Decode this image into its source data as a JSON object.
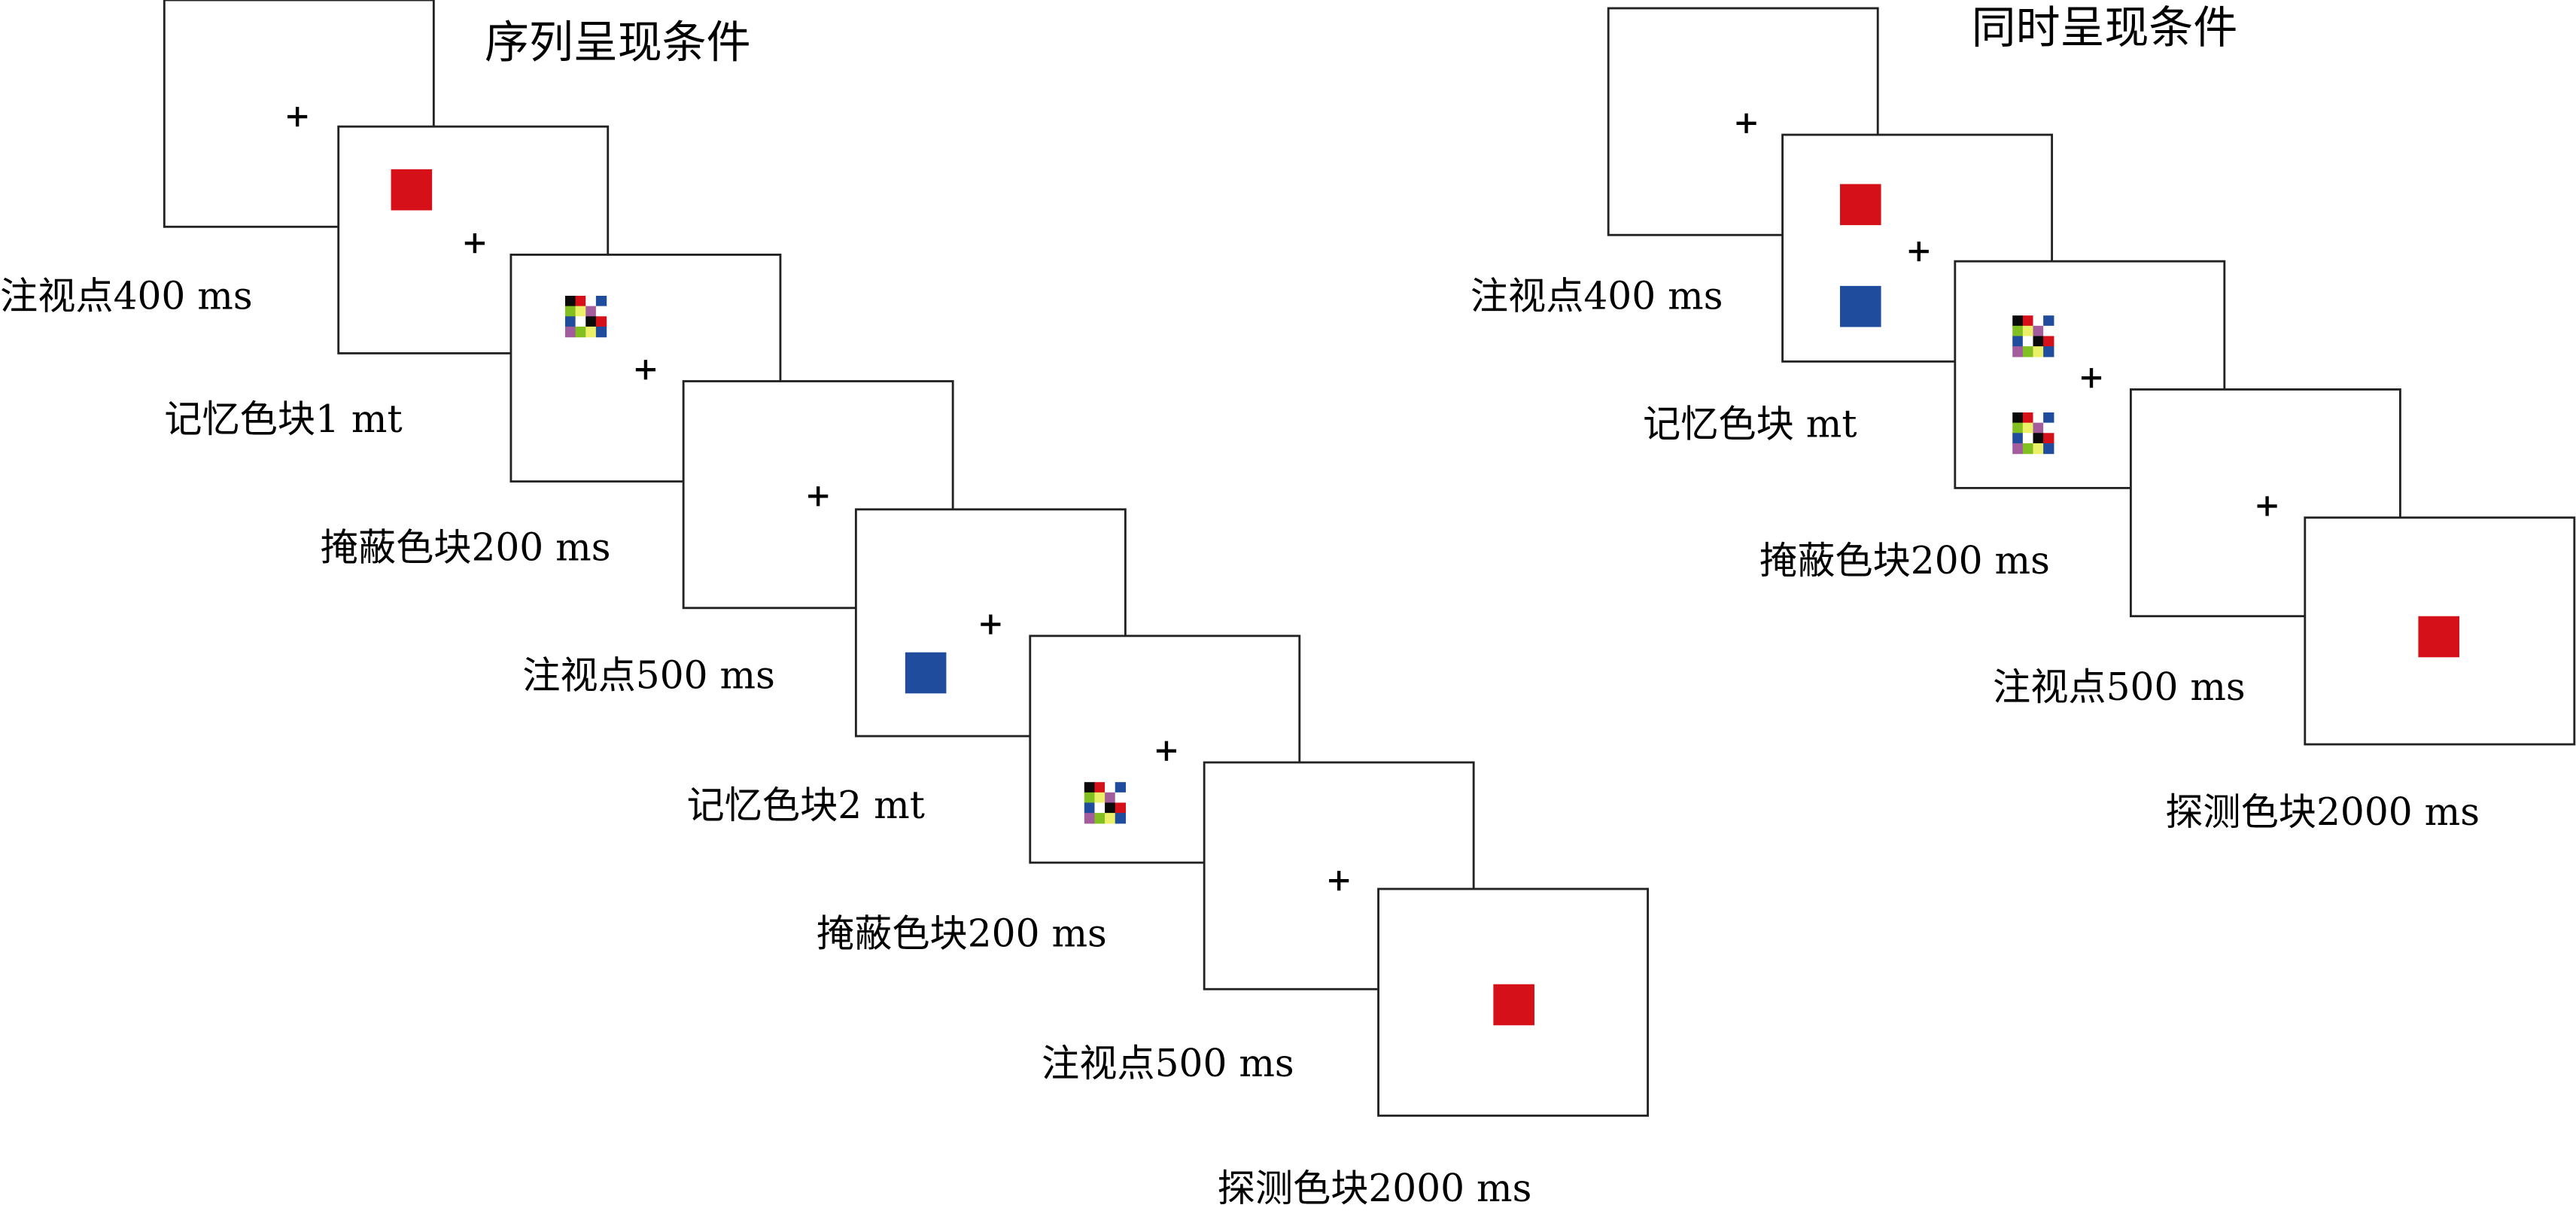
{
  "colors": {
    "red": "#d51018",
    "blue": "#1f4c9c",
    "frame_border": "#222222"
  },
  "mask_pattern": [
    [
      "#0a0a0a",
      "#d51018",
      "#ffffff",
      "#1f4c9c"
    ],
    [
      "#82bf20",
      "#ecef68",
      "#a45d9c",
      "#ffffff"
    ],
    [
      "#1f4c9c",
      "#ffffff",
      "#0a0a0a",
      "#d51018"
    ],
    [
      "#a45d9c",
      "#82bf20",
      "#ecef68",
      "#1f4c9c"
    ]
  ],
  "sequential": {
    "title": "序列呈现条件",
    "labels": [
      "注视点400 ms",
      "记忆色块1 mt",
      "掩蔽色块200 ms",
      "注视点500 ms",
      "记忆色块2 mt",
      "掩蔽色块200 ms",
      "注视点500 ms",
      "探测色块2000 ms"
    ]
  },
  "simultaneous": {
    "title": "同时呈现条件",
    "labels": [
      "注视点400 ms",
      "记忆色块 mt",
      "掩蔽色块200 ms",
      "注视点500 ms",
      "探测色块2000 ms"
    ]
  }
}
